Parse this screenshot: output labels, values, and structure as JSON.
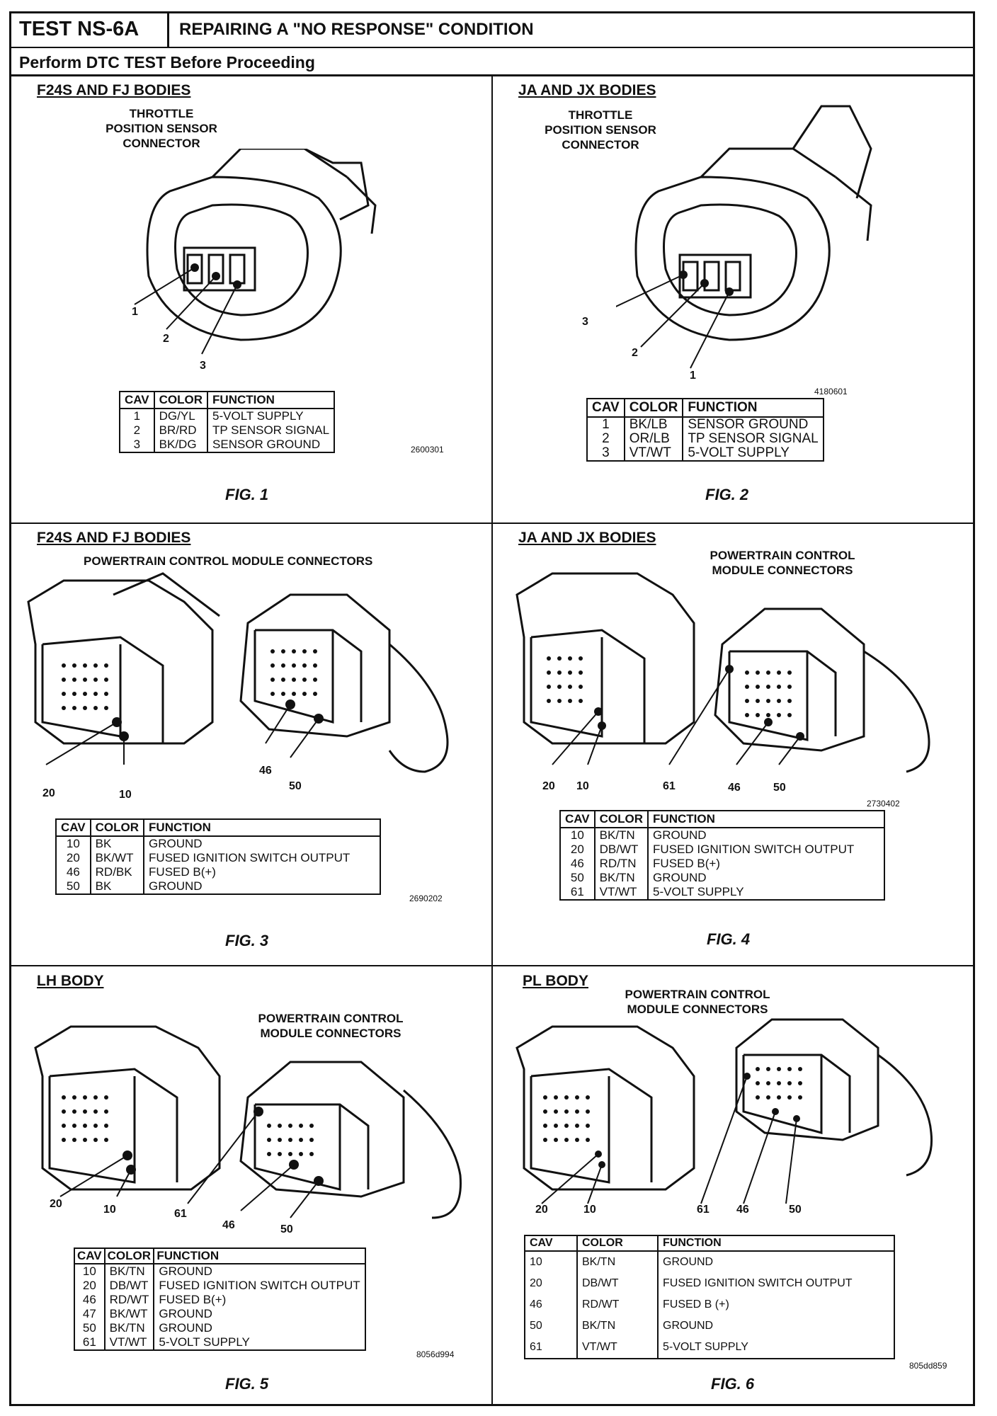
{
  "header": {
    "test_id": "TEST NS-6A",
    "title": "REPAIRING A \"NO RESPONSE\" CONDITION",
    "subtitle": "Perform DTC TEST Before Proceeding"
  },
  "panels": [
    {
      "body": "F24S AND FJ BODIES",
      "connector_label": [
        "THROTTLE",
        "POSITION SENSOR",
        "CONNECTOR"
      ],
      "pins": [
        "1",
        "2",
        "3"
      ],
      "columns": [
        "CAV",
        "COLOR",
        "FUNCTION"
      ],
      "rows": [
        [
          "1",
          "DG/YL",
          "5-VOLT SUPPLY"
        ],
        [
          "2",
          "BR/RD",
          "TP SENSOR SIGNAL"
        ],
        [
          "3",
          "BK/DG",
          "SENSOR GROUND"
        ]
      ],
      "code": "2600301",
      "figure": "FIG. 1"
    },
    {
      "body": "JA AND JX BODIES",
      "connector_label": [
        "THROTTLE",
        "POSITION SENSOR",
        "CONNECTOR"
      ],
      "pins": [
        "3",
        "2",
        "1"
      ],
      "columns": [
        "CAV",
        "COLOR",
        "FUNCTION"
      ],
      "rows": [
        [
          "1",
          "BK/LB",
          "SENSOR GROUND"
        ],
        [
          "2",
          "OR/LB",
          "TP SENSOR SIGNAL"
        ],
        [
          "3",
          "VT/WT",
          "5-VOLT SUPPLY"
        ]
      ],
      "code": "4180601",
      "figure": "FIG. 2"
    },
    {
      "body": "F24S AND FJ BODIES",
      "connector_label": [
        "POWERTRAIN CONTROL MODULE CONNECTORS"
      ],
      "pins": [
        "20",
        "10",
        "46",
        "50"
      ],
      "columns": [
        "CAV",
        "COLOR",
        "FUNCTION"
      ],
      "rows": [
        [
          "10",
          "BK",
          "GROUND"
        ],
        [
          "20",
          "BK/WT",
          "FUSED IGNITION SWITCH OUTPUT"
        ],
        [
          "46",
          "RD/BK",
          "FUSED B(+)"
        ],
        [
          "50",
          "BK",
          "GROUND"
        ]
      ],
      "code": "2690202",
      "figure": "FIG. 3"
    },
    {
      "body": "JA AND JX BODIES",
      "connector_label": [
        "POWERTRAIN CONTROL",
        "MODULE CONNECTORS"
      ],
      "pins": [
        "20",
        "10",
        "61",
        "46",
        "50"
      ],
      "columns": [
        "CAV",
        "COLOR",
        "FUNCTION"
      ],
      "rows": [
        [
          "10",
          "BK/TN",
          "GROUND"
        ],
        [
          "20",
          "DB/WT",
          "FUSED IGNITION SWITCH OUTPUT"
        ],
        [
          "46",
          "RD/TN",
          "FUSED B(+)"
        ],
        [
          "50",
          "BK/TN",
          "GROUND"
        ],
        [
          "61",
          "VT/WT",
          "5-VOLT SUPPLY"
        ]
      ],
      "code": "2730402",
      "figure": "FIG. 4"
    },
    {
      "body": "LH BODY",
      "connector_label": [
        "POWERTRAIN CONTROL",
        "MODULE CONNECTORS"
      ],
      "pins": [
        "20",
        "10",
        "61",
        "46",
        "50"
      ],
      "columns": [
        "CAV",
        "COLOR",
        "FUNCTION"
      ],
      "rows": [
        [
          "10",
          "BK/TN",
          "GROUND"
        ],
        [
          "20",
          "DB/WT",
          "FUSED IGNITION SWITCH OUTPUT"
        ],
        [
          "46",
          "RD/WT",
          "FUSED B(+)"
        ],
        [
          "47",
          "BK/WT",
          "GROUND"
        ],
        [
          "50",
          "BK/TN",
          "GROUND"
        ],
        [
          "61",
          "VT/WT",
          "5-VOLT SUPPLY"
        ]
      ],
      "code": "8056d994",
      "figure": "FIG. 5"
    },
    {
      "body": "PL BODY",
      "connector_label": [
        "POWERTRAIN CONTROL",
        "MODULE CONNECTORS"
      ],
      "pins": [
        "20",
        "10",
        "61",
        "46",
        "50"
      ],
      "columns": [
        "CAV",
        "COLOR",
        "FUNCTION"
      ],
      "rows": [
        [
          "10",
          "BK/TN",
          "GROUND"
        ],
        [
          "20",
          "DB/WT",
          "FUSED IGNITION SWITCH OUTPUT"
        ],
        [
          "46",
          "RD/WT",
          "FUSED B (+)"
        ],
        [
          "50",
          "BK/TN",
          "GROUND"
        ],
        [
          "61",
          "VT/WT",
          "5-VOLT SUPPLY"
        ]
      ],
      "code": "805dd859",
      "figure": "FIG. 6"
    }
  ]
}
